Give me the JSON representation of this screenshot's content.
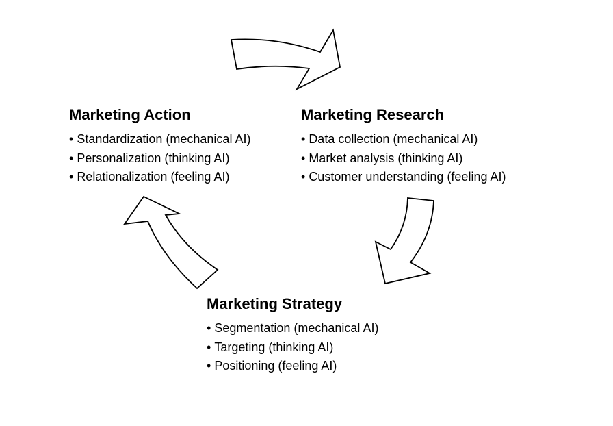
{
  "diagram": {
    "stroke_color": "#000000",
    "fill_color": "#ffffff",
    "stages": [
      {
        "id": "action",
        "title": "Marketing Action",
        "items": [
          "Standardization (mechanical AI)",
          "Personalization (thinking AI)",
          "Relationalization (feeling AI)"
        ]
      },
      {
        "id": "research",
        "title": "Marketing Research",
        "items": [
          "Data collection (mechanical AI)",
          "Market analysis (thinking AI)",
          "Customer understanding (feeling AI)"
        ]
      },
      {
        "id": "strategy",
        "title": "Marketing Strategy",
        "items": [
          "Segmentation (mechanical AI)",
          "Targeting (thinking AI)",
          "Positioning (feeling AI)"
        ]
      }
    ],
    "arrows": [
      {
        "from": "Marketing Action",
        "to": "Marketing Research",
        "direction": "right"
      },
      {
        "from": "Marketing Research",
        "to": "Marketing Strategy",
        "direction": "down"
      },
      {
        "from": "Marketing Strategy",
        "to": "Marketing Action",
        "direction": "up"
      }
    ]
  }
}
